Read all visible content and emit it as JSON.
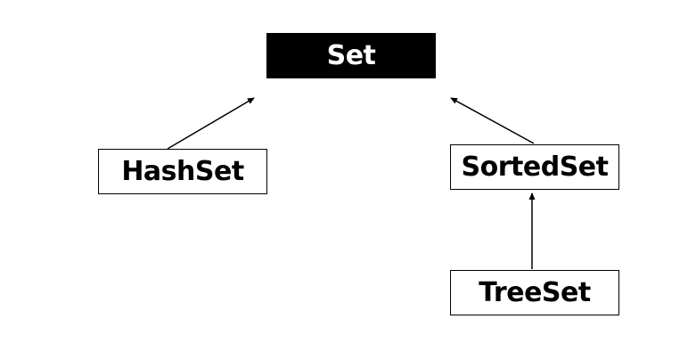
{
  "diagram": {
    "nodes": [
      {
        "id": "set",
        "label": "Set",
        "style": "filled-black"
      },
      {
        "id": "hashset",
        "label": "HashSet",
        "style": "outlined"
      },
      {
        "id": "sortedset",
        "label": "SortedSet",
        "style": "outlined"
      },
      {
        "id": "treeset",
        "label": "TreeSet",
        "style": "outlined"
      }
    ],
    "edges": [
      {
        "from": "hashset",
        "to": "set"
      },
      {
        "from": "sortedset",
        "to": "set"
      },
      {
        "from": "treeset",
        "to": "sortedset"
      }
    ]
  },
  "colors": {
    "node_fill_dark": "#000000",
    "node_text_dark": "#ffffff",
    "node_border": "#000000",
    "edge": "#000000"
  }
}
